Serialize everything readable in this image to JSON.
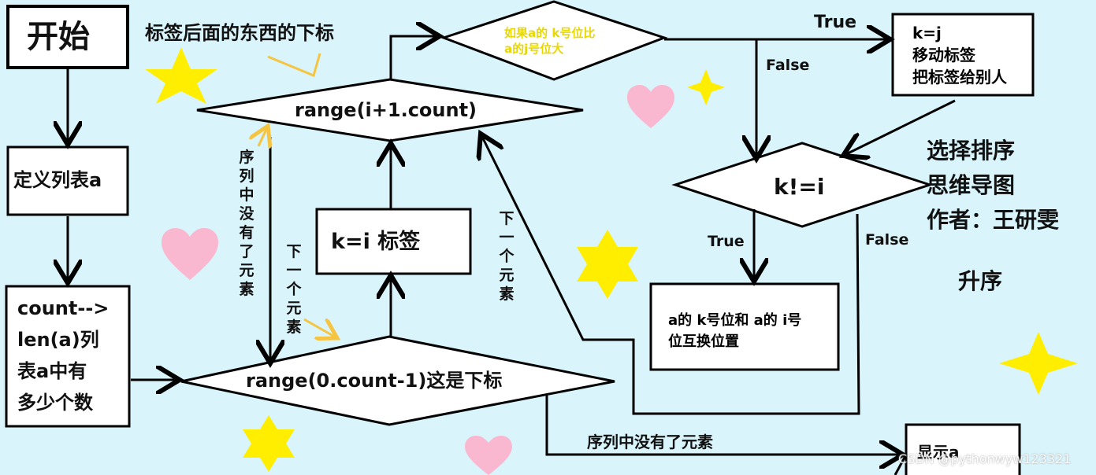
{
  "start": "开始",
  "define_list": "定义列表a",
  "count_lines": [
    "count-->",
    "len(a)列",
    "表a中有",
    "多少个数"
  ],
  "outer_loop": "range(0.count-1)这是下标",
  "mark_i": "k=i 标签",
  "inner_loop": "range(i+1.count)",
  "compare": [
    "如果a的 k号位比",
    "a的j号位大"
  ],
  "move_box": [
    "k=j",
    "移动标签",
    "把标签给别人"
  ],
  "check": "k!=i",
  "swap_box": [
    "a的 k号位和 a的 i号",
    "位互换位置"
  ],
  "show": "显示a",
  "labels": {
    "top_note": "标签后面的东西的下标",
    "no_elements_v": "序列中没有了元素",
    "next_v1": "下一个元素",
    "next_v2": "下一个元素",
    "no_elements_h": "序列中没有了元素",
    "true1": "True",
    "false1": "False",
    "true2": "True",
    "false2": "False"
  },
  "side": {
    "title1": "选择排序",
    "title2": "思维导图",
    "author": "作者：王研雯",
    "order": "升序"
  },
  "watermark": "CSDN @pythonwyw123321",
  "colors": {
    "background": "#d9f4fb",
    "star": "#ffee00",
    "heart": "#f9b8cf",
    "highlight_text": "#e8d800",
    "pencil_arrow": "#f5c542"
  }
}
